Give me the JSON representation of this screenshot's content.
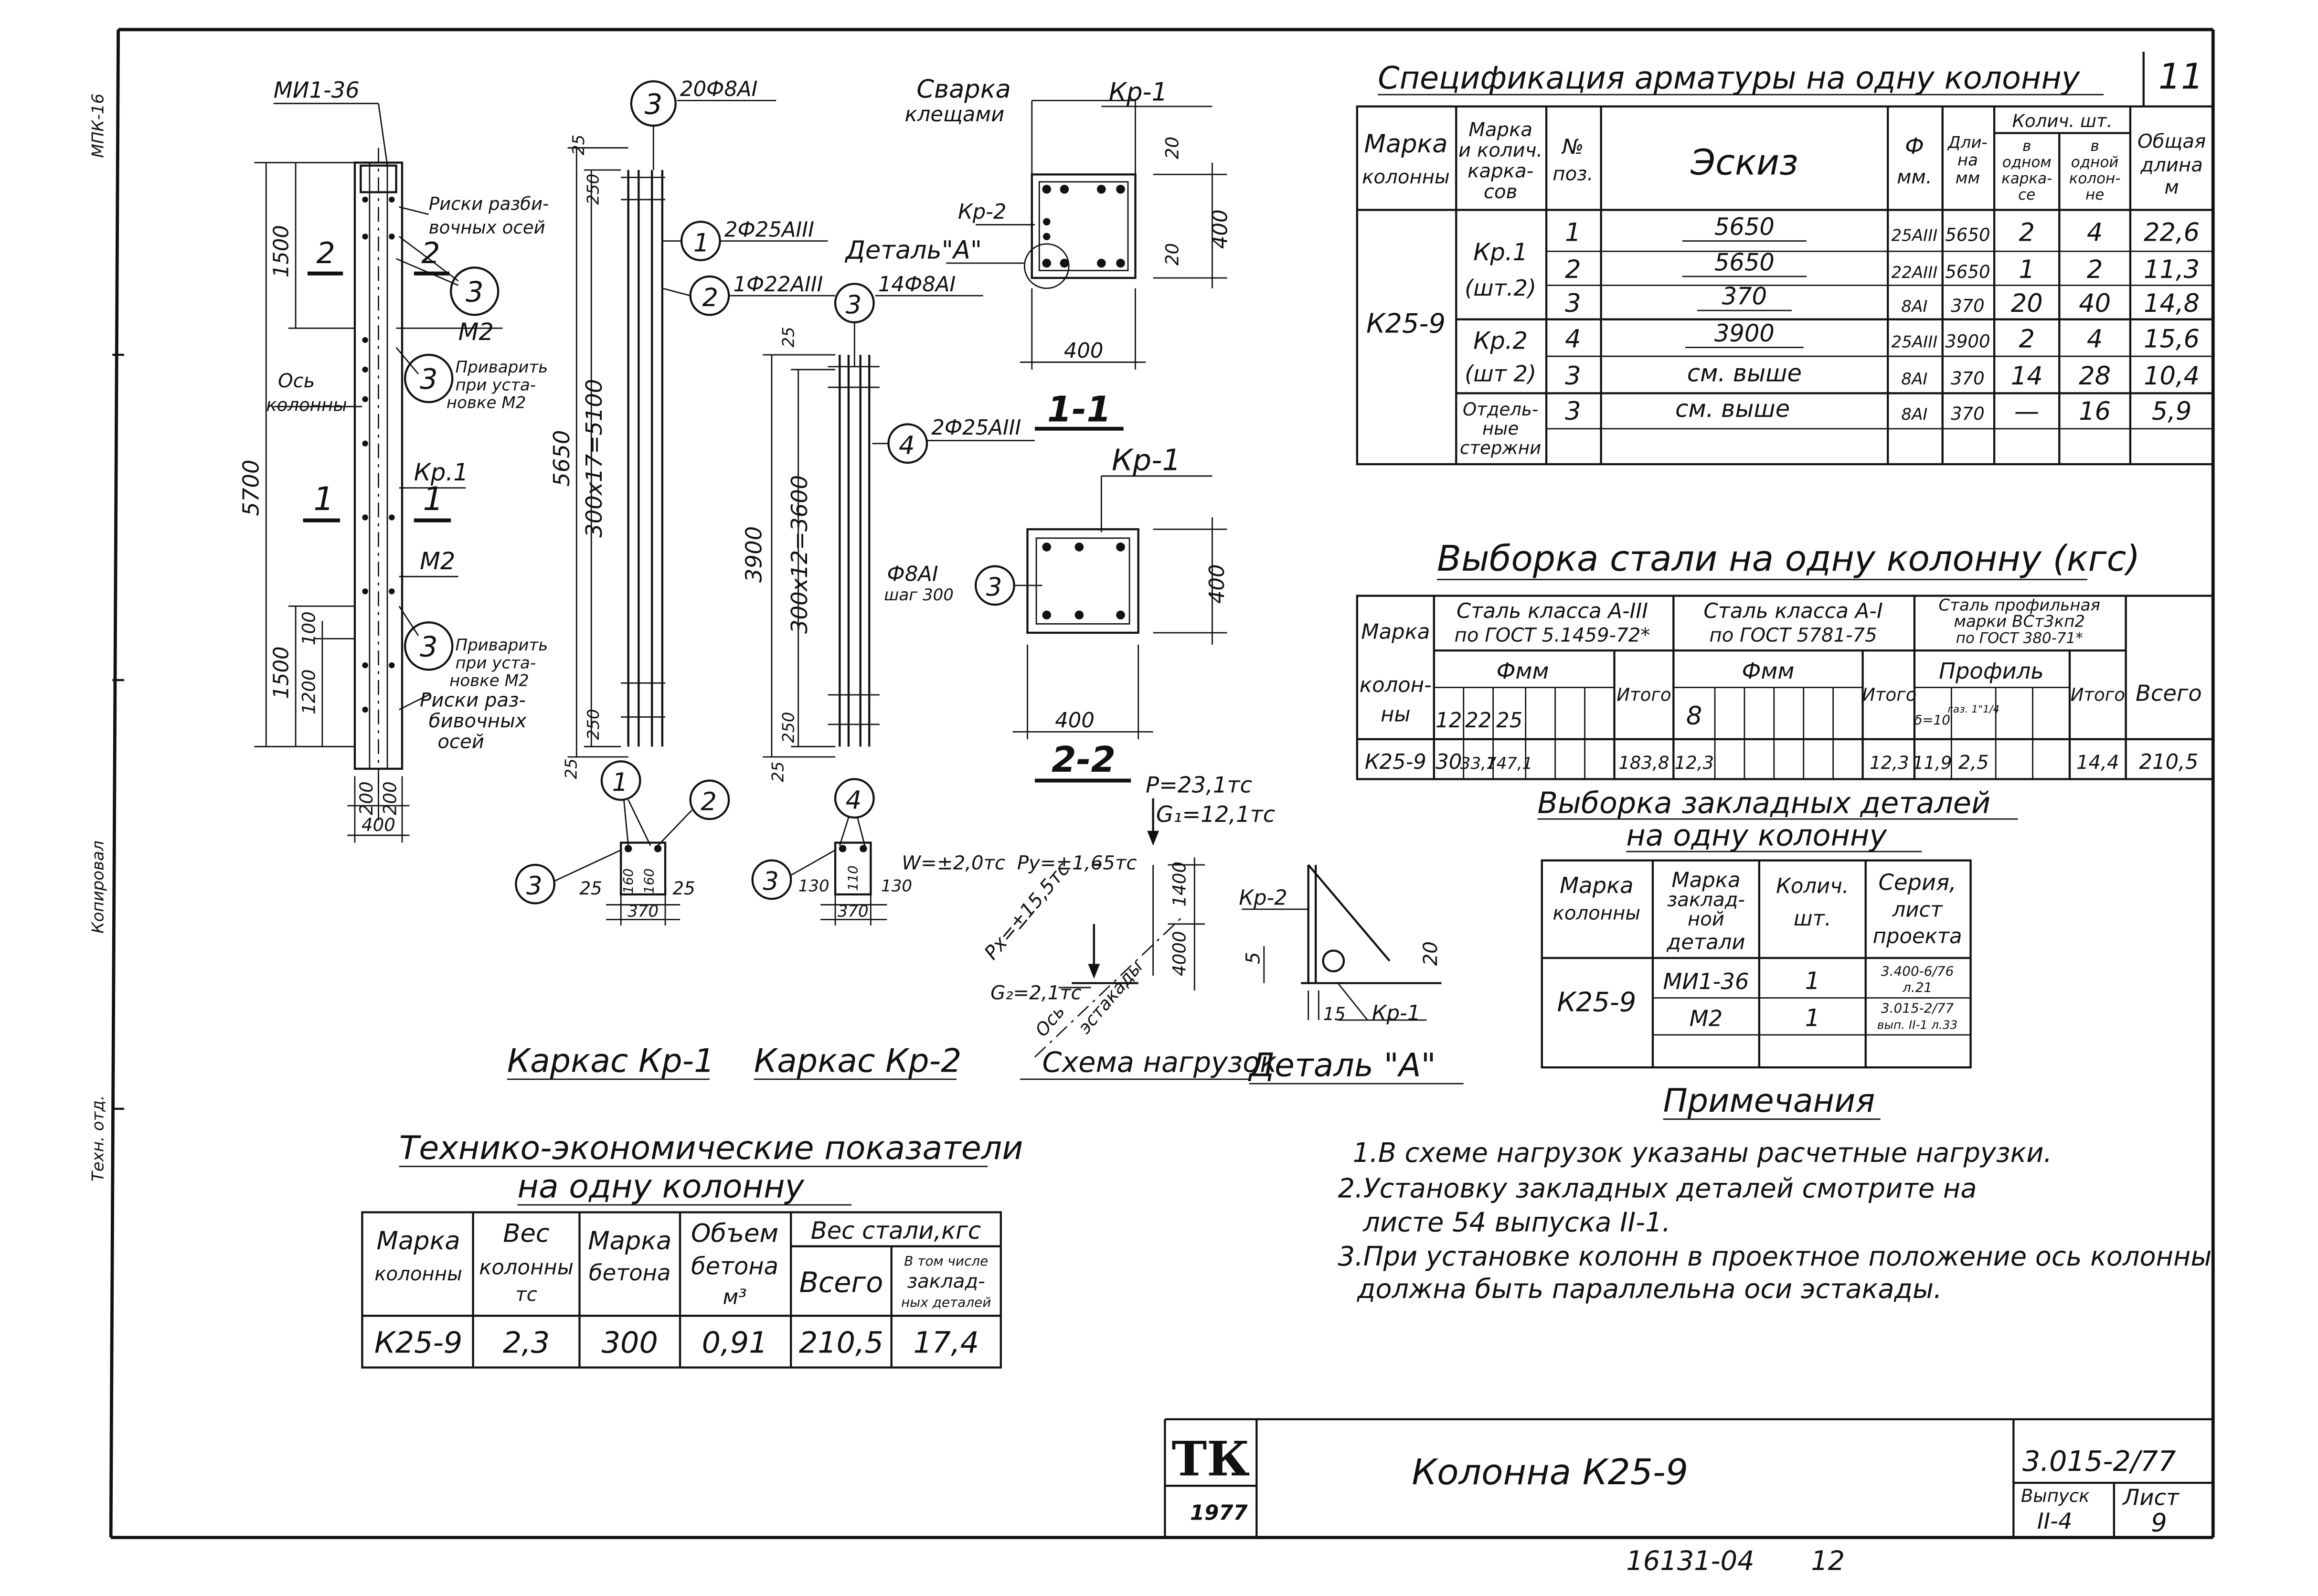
{
  "sheet_number": "11",
  "margin_stamps": [
    "МПК-16",
    "Копировал",
    "Техн. отд."
  ],
  "left_drawing": {
    "labels": {
      "mi136": "МИ1-36",
      "riski_razb": "Риски разби-",
      "riski_razb2": "вочных осей",
      "m2_top": "М2",
      "os_kolonny": "Ось",
      "os_kolonny2": "колонны",
      "privarit_top": "Приварить",
      "privarit_top2": "при уста-",
      "privarit_top3": "новке М2",
      "kp1_mark": "Кр.1",
      "m2_bot": "М2",
      "privarit_bot": "Приварить",
      "privarit_bot2": "при уста-",
      "privarit_bot3": "новке М2",
      "riski_bot": "Риски раз-",
      "riski_bot2": "бивочных",
      "riski_bot3": "осей",
      "sec2_top": "2",
      "sec2_bot": "2",
      "sec1_left": "1",
      "sec1_right": "1"
    },
    "dims": {
      "h5700": "5700",
      "h1500a": "1500",
      "h1500b": "1500",
      "h100": "100",
      "h1200": "1200",
      "w200a": "200",
      "w200b": "200",
      "w400": "400"
    },
    "callouts": [
      "3",
      "3",
      "3"
    ]
  },
  "kp1": {
    "callout_top": "3",
    "top_label": "20Ф8АI",
    "dim_5650": "5650",
    "dim_300x17": "300х17=5100",
    "dim_250a": "250",
    "dim_25a": "25",
    "dim_250b": "250",
    "dim_25b": "25",
    "pos1": "1",
    "pos1_label": "2Ф25АIII",
    "pos2": "2",
    "pos2_label": "1Ф22АIII",
    "section": {
      "c1": "1",
      "c2": "2",
      "c3": "3",
      "d25a": "25",
      "d160a": "160",
      "d160b": "160",
      "d25b": "25",
      "d370": "370"
    }
  },
  "kp2": {
    "callout_top": "3",
    "top_label": "14Ф8АI",
    "dim_3900": "3900",
    "dim_300x12": "300х12=3600",
    "dim_25a": "25",
    "dim_250": "250",
    "dim_25b": "25",
    "pos4": "4",
    "pos4_label": "2Ф25АIII",
    "section": {
      "c4": "4",
      "c3": "3",
      "d130a": "130",
      "d110": "110",
      "d130b": "130",
      "d370": "370"
    }
  },
  "section_1_1": {
    "svarka": "Сварка",
    "svarka2": "клещами",
    "kp1": "Кр-1",
    "kp2": "Кр-2",
    "detail": "Деталь\"А\"",
    "d20a": "20",
    "d20b": "20",
    "d400v": "400",
    "d400h": "400",
    "title": "1-1"
  },
  "section_2_2": {
    "kp1": "Кр-1",
    "step_label": "Ф8АI",
    "step_label2": "шаг 300",
    "callout": "3",
    "d400v": "400",
    "d400h": "400",
    "title": "2-2"
  },
  "load_scheme": {
    "p": "P=23,1тс",
    "g1": "G₁=12,1тс",
    "w": "W=±2,0тс",
    "py": "Py=±1,65тс",
    "px": "Px=±15,5тс",
    "g2": "G₂=2,1тс",
    "d1400": "1400",
    "d4000": "4000",
    "axis": "Ось",
    "axis2": "эстакады"
  },
  "detail_a": {
    "kp2": "Кр-2",
    "kp1": "Кр-1",
    "d5": "5",
    "d15": "15",
    "d20": "20"
  },
  "captions": [
    "Каркас Кр-1",
    "Каркас Кр-2",
    "Схема нагрузок",
    "Деталь \"А\""
  ],
  "spec_table": {
    "title": "Спецификация арматуры на одну колонну",
    "headers": {
      "marka": [
        "Марка",
        "колонны"
      ],
      "marka_karkasov": [
        "Марка",
        "и колич.",
        "карка-",
        "сов"
      ],
      "poz": [
        "№",
        "поз."
      ],
      "eskiz": "Эскиз",
      "phi": [
        "Ф",
        "мм."
      ],
      "dlina": [
        "Дли-",
        "на",
        "мм"
      ],
      "kolich": "Колич. шт.",
      "v_odnom": [
        "в",
        "одном",
        "карка-",
        "се"
      ],
      "v_odnoi": [
        "в",
        "одной",
        "колон-",
        "не"
      ],
      "obshaya": [
        "Общая",
        "длина",
        "м"
      ]
    },
    "column_mark": "К25-9",
    "groups": [
      {
        "label": [
          "Кр.1",
          "(шт.2)"
        ]
      },
      {
        "label": [
          "Кр.2",
          "(шт 2)"
        ]
      },
      {
        "label": [
          "Отдель-",
          "ные",
          "стержни"
        ]
      }
    ],
    "rows": [
      {
        "poz": "1",
        "eskiz": "5650",
        "phi": "25АIII",
        "len": "5650",
        "n1": "2",
        "n2": "4",
        "total": "22,6"
      },
      {
        "poz": "2",
        "eskiz": "5650",
        "phi": "22АIII",
        "len": "5650",
        "n1": "1",
        "n2": "2",
        "total": "11,3"
      },
      {
        "poz": "3",
        "eskiz": "370",
        "phi": "8АI",
        "len": "370",
        "n1": "20",
        "n2": "40",
        "total": "14,8"
      },
      {
        "poz": "4",
        "eskiz": "3900",
        "phi": "25АIII",
        "len": "3900",
        "n1": "2",
        "n2": "4",
        "total": "15,6"
      },
      {
        "poz": "3",
        "eskiz": "см. выше",
        "phi": "8АI",
        "len": "370",
        "n1": "14",
        "n2": "28",
        "total": "10,4"
      },
      {
        "poz": "3",
        "eskiz": "см. выше",
        "phi": "8АI",
        "len": "370",
        "n1": "—",
        "n2": "16",
        "total": "5,9"
      }
    ]
  },
  "steel_table": {
    "title": "Выборка стали на одну колонну (кгс)",
    "h_marka": [
      "Марка",
      "колон-",
      "ны"
    ],
    "h_a3": [
      "Сталь класса А-III",
      "по ГОСТ 5.1459-72*"
    ],
    "h_a1": [
      "Сталь класса А-I",
      "по ГОСТ 5781-75"
    ],
    "h_prof": [
      "Сталь профильная",
      "марки ВСт3кп2",
      "по ГОСТ 380-71*"
    ],
    "h_fmm1": "Фмм",
    "h_fmm2": "Фмм",
    "h_profil": "Профиль",
    "h_itogo1": "Итого",
    "h_itogo2": "Итого",
    "h_itogo3": "Итого",
    "h_vsego": "Всего",
    "sub": {
      "d12": "12",
      "d22": "22",
      "d25": "25",
      "d8": "8",
      "b10": "δ=10",
      "gaz": "газ. 1\"1/4"
    },
    "row": {
      "marka": "К25-9",
      "v12": "30",
      "v22": "33,7",
      "v25": "147,1",
      "it1": "183,8",
      "v8": "12,3",
      "it2": "12,3",
      "vb10": "11,9",
      "vgaz": "2,5",
      "it3": "14,4",
      "vsego": "210,5"
    }
  },
  "embed_table": {
    "title1": "Выборка закладных деталей",
    "title2": "на одну колонну",
    "h_marka": [
      "Марка",
      "колонны"
    ],
    "h_zakl": [
      "Марка",
      "заклад-",
      "ной",
      "детали"
    ],
    "h_kol": [
      "Колич.",
      "шт."
    ],
    "h_ser": [
      "Серия,",
      "лист",
      "проекта"
    ],
    "column_mark": "К25-9",
    "rows": [
      {
        "mark": "МИ1-36",
        "qty": "1",
        "ser": [
          "3.400-6/76",
          "л.21"
        ]
      },
      {
        "mark": "М2",
        "qty": "1",
        "ser": [
          "3.015-2/77",
          "вып. II-1 л.33"
        ]
      }
    ]
  },
  "notes": {
    "title": "Примечания",
    "lines": [
      "1.В схеме нагрузок указаны расчетные нагрузки.",
      "2.Установку закладных деталей смотрите на",
      "листе 54 выпуска II-1.",
      "3.При установке колонн в проектное положение ось колонны",
      "должна быть параллельна оси эстакады."
    ]
  },
  "tech_table": {
    "title1": "Технико-экономические показатели",
    "title2": "на одну колонну",
    "h_marka": [
      "Марка",
      "колонны"
    ],
    "h_ves": [
      "Вес",
      "колонны",
      "тс"
    ],
    "h_beton": [
      "Марка",
      "бетона"
    ],
    "h_obem": [
      "Объем",
      "бетона",
      "м³"
    ],
    "h_stal": "Вес стали,кгс",
    "h_vsego": "Всего",
    "h_vtom": [
      "В том числе",
      "заклад-",
      "ных деталей"
    ],
    "row": {
      "marka": "К25-9",
      "ves": "2,3",
      "beton": "300",
      "obem": "0,91",
      "vsego": "210,5",
      "zakl": "17,4"
    }
  },
  "title_block": {
    "logo": "ТК",
    "year": "1977",
    "name": "Колонна К25-9",
    "series": "3.015-2/77",
    "vypusk_label": "Выпуск",
    "vypusk": "II-4",
    "list_label": "Лист",
    "list": "9"
  },
  "bottom_number": "16131-04",
  "bottom_page": "12"
}
